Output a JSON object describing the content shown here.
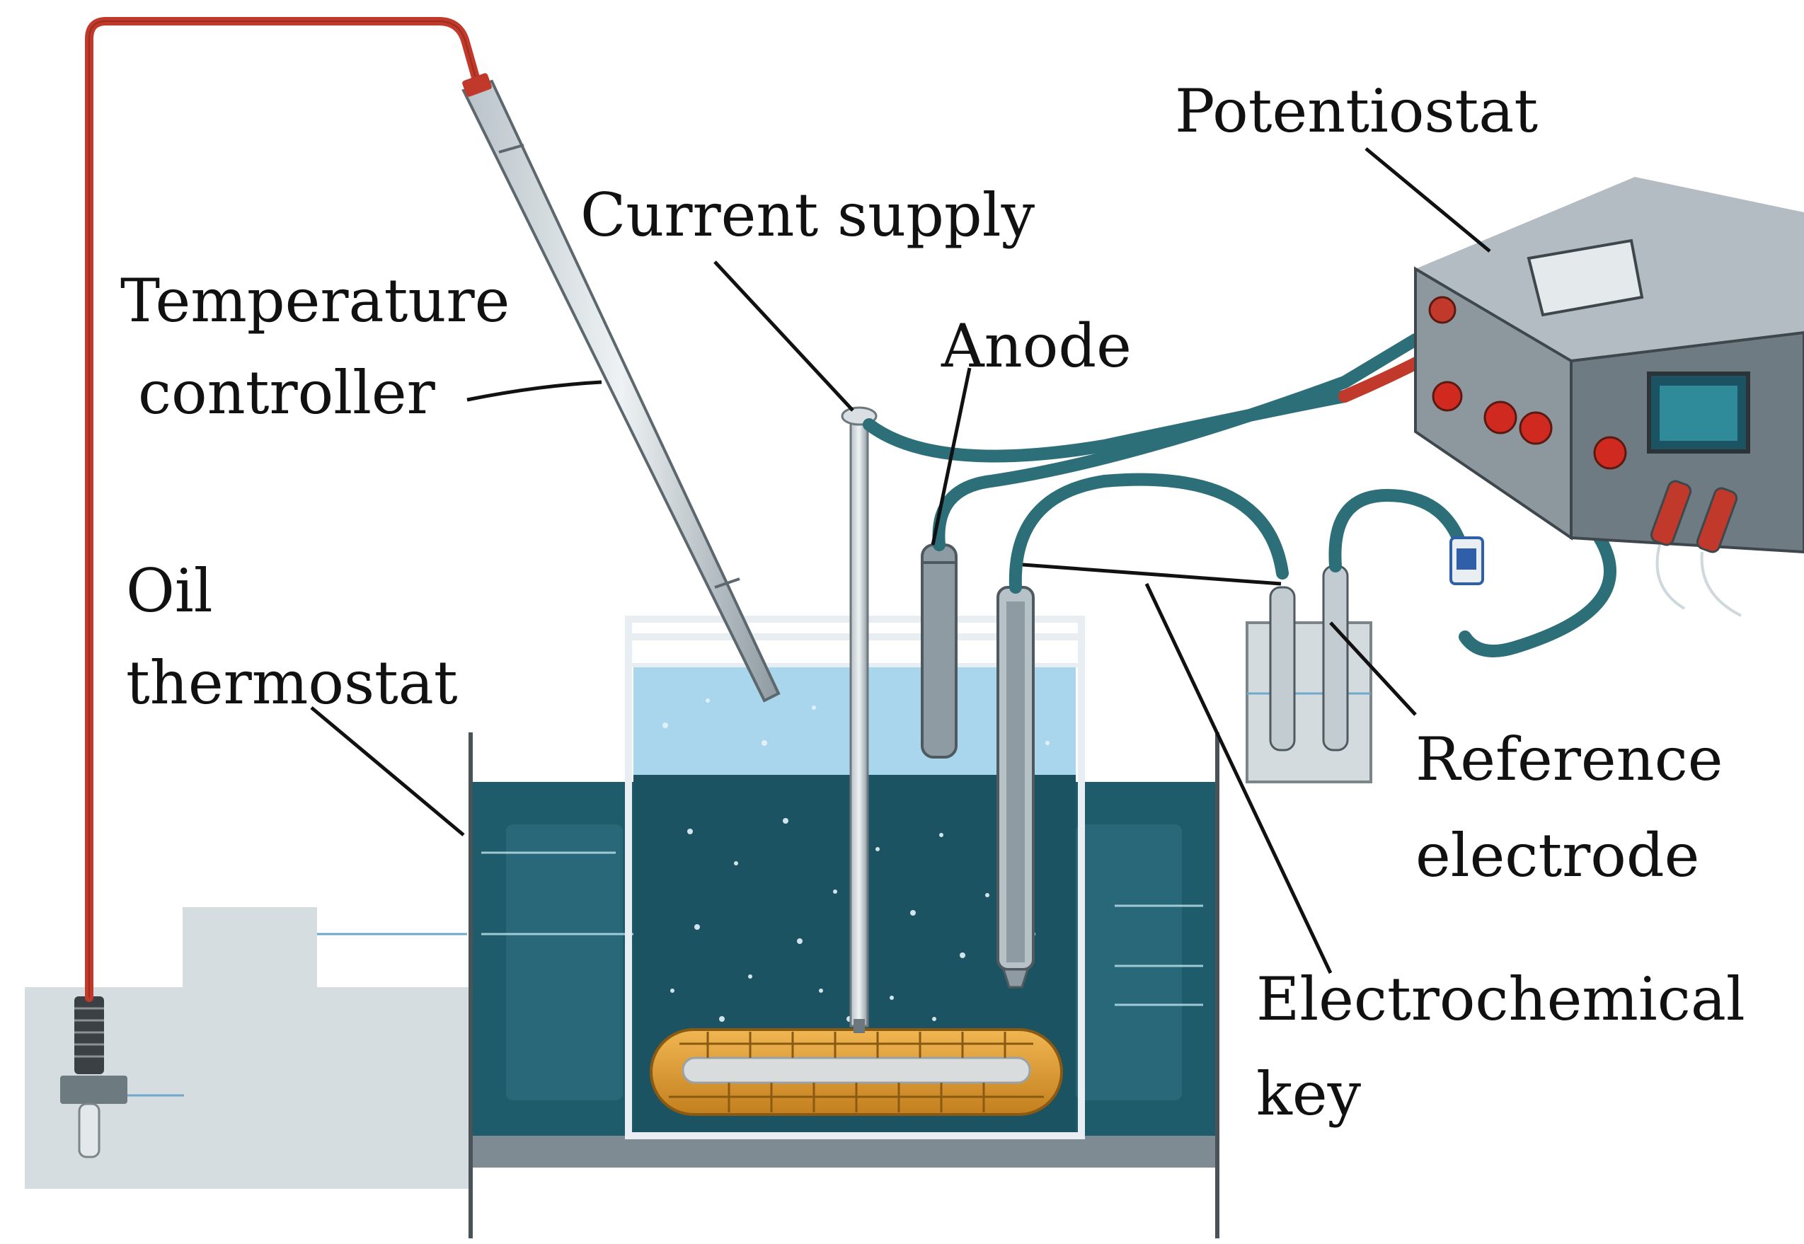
{
  "labels": {
    "potentiostat": "Potentiostat",
    "current_supply": "Current supply",
    "temperature_controller": [
      "Temperature",
      "controller"
    ],
    "anode": "Anode",
    "oil_thermostat": [
      "Oil",
      "thermostat"
    ],
    "reference_electrode": [
      "Reference",
      "electrode"
    ],
    "electrochemical_key": [
      "Electrochemical",
      "key"
    ]
  },
  "colors": {
    "bath_dark": "#1f5c6b",
    "bath_light": "#a9d6ec",
    "cable_teal": "#2c6f78",
    "cable_red": "#c0392b",
    "device_grey": "#7f8b93",
    "sample_gold": "#d9952e",
    "background_box": "#dde3e6"
  }
}
